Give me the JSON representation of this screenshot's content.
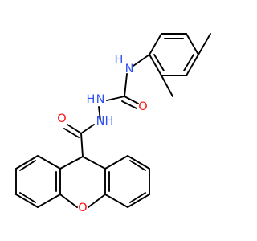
{
  "structure": {
    "atom_labels": {
      "amide_nh": "H",
      "amide_n": "N",
      "hydrazine_nh_upper_h": "H",
      "hydrazine_nh_upper_n": "N",
      "hydrazine_nh_lower_n": "N",
      "hydrazine_nh_lower_h": "H",
      "urea_oxygen": "O",
      "hydrazide_oxygen": "O",
      "xanthene_oxygen": "O"
    },
    "colors": {
      "bond": "#000000",
      "nitrogen": "#3050f8",
      "oxygen": "#ff0d0d"
    }
  }
}
